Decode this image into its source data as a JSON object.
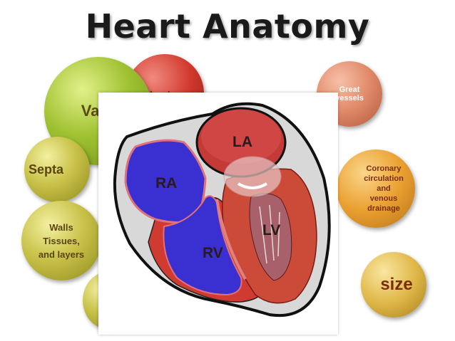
{
  "title": "Heart Anatomy",
  "bubbles": {
    "valves": "Valves",
    "chambers": "Chambers",
    "great_vessels_line1": "Great",
    "great_vessels_line2": "vessels",
    "septa": "Septa",
    "walls_line1": "Walls",
    "walls_line2": "Tissues,",
    "walls_line3": "and layers",
    "coronary_line1": "Coronary",
    "coronary_line2": "circulation",
    "coronary_line3": "and",
    "coronary_line4": "venous",
    "coronary_line5": "drainage",
    "size": "size"
  },
  "diagram": {
    "la": "LA",
    "ra": "RA",
    "lv": "LV",
    "rv": "RV"
  },
  "colors": {
    "atrium_blue": "#3a2fd0",
    "atrium_red": "#c8403c",
    "muscle_red": "#d24a3a",
    "outline": "#1a1a1a"
  }
}
